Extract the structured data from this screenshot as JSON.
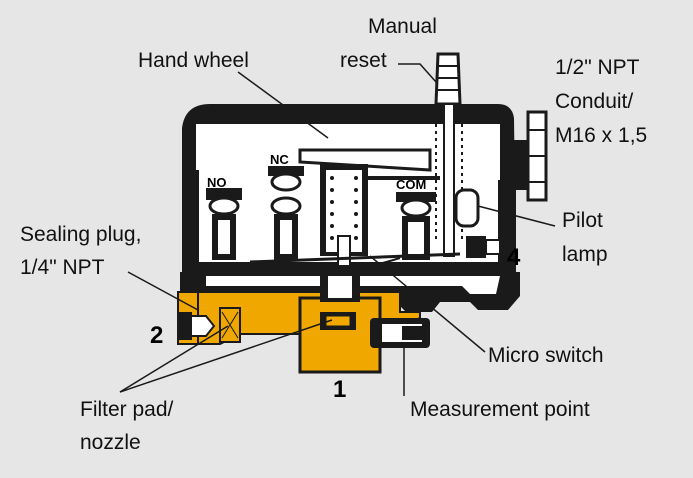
{
  "labels": {
    "manual_reset_1": "Manual",
    "manual_reset_2": "reset",
    "hand_wheel": "Hand wheel",
    "conduit_1": "1/2\" NPT",
    "conduit_2": "Conduit/",
    "conduit_3": "M16 x 1,5",
    "sealing_plug_1": "Sealing plug,",
    "sealing_plug_2": "1/4\" NPT",
    "pilot_lamp_1": "Pilot",
    "pilot_lamp_2": "lamp",
    "micro_switch": "Micro switch",
    "measurement_point": "Measurement point",
    "filter_pad_1": "Filter pad/",
    "filter_pad_2": "nozzle"
  },
  "terminals": {
    "no": "NO",
    "nc": "NC",
    "com": "COM"
  },
  "ports": {
    "p1": "1",
    "p2": "2",
    "p4": "4"
  },
  "colors": {
    "background": "#e6e6e6",
    "body": "#1a1a1a",
    "brass": "#f0a800",
    "housing": "#ffffff"
  }
}
